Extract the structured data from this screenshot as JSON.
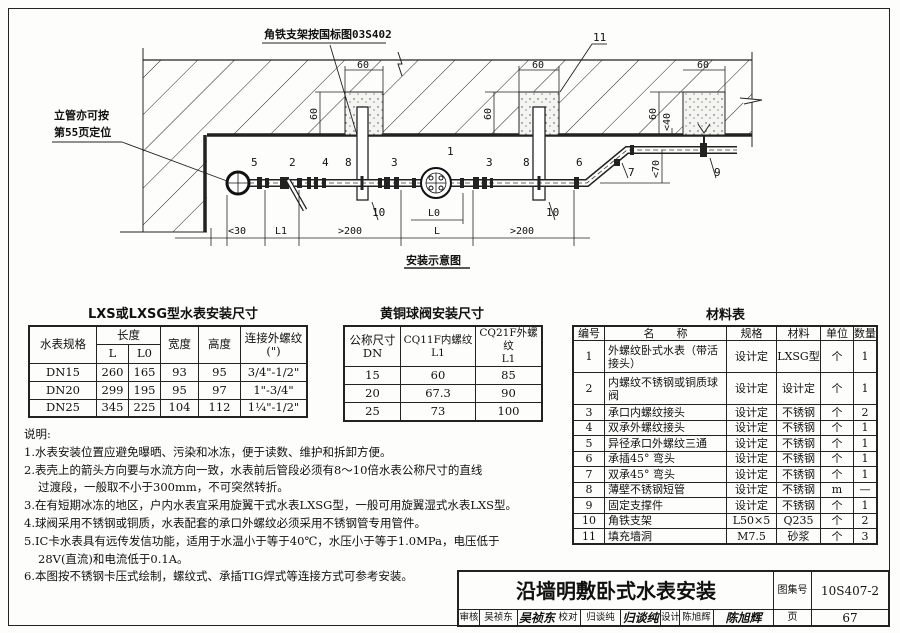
{
  "drawing": {
    "title": "安装示意图",
    "bracket_note": "角铁支架按国标图03S402",
    "riser_note": [
      "立管亦可按",
      "第55页定位"
    ],
    "part_numbers": [
      "5",
      "2",
      "4",
      "8",
      "3",
      "1",
      "3",
      "8",
      "6",
      "7",
      "9",
      "10",
      "10",
      "11"
    ],
    "dimensions": {
      "pocket_width": "60",
      "pocket_depth": "60",
      "max_40": "<40",
      "max_70": "<70",
      "d_lt30": "<30",
      "d_L1": "L1",
      "d_gt200": ">200",
      "d_L": "L",
      "d_L0": "L0"
    }
  },
  "meter_table": {
    "title": "LXS或LXSG型水表安装尺寸",
    "headers": {
      "spec": "水表规格",
      "length": "长度",
      "L": "L",
      "L0": "L0",
      "width": "宽度",
      "height": "高度",
      "thread": "连接外螺纹",
      "thread_unit": "(\")"
    },
    "rows": [
      [
        "DN15",
        "260",
        "165",
        "93",
        "95",
        "3/4\"-1/2\""
      ],
      [
        "DN20",
        "299",
        "195",
        "95",
        "97",
        "1\"-3/4\""
      ],
      [
        "DN25",
        "345",
        "225",
        "104",
        "112",
        "1¼\"-1/2\""
      ]
    ]
  },
  "valve_table": {
    "title": "黄铜球阀安装尺寸",
    "headers": [
      [
        "公称尺寸",
        "DN"
      ],
      [
        "CQ11F内螺纹",
        "L1"
      ],
      [
        "CQ21F外螺纹",
        "L1"
      ]
    ],
    "rows": [
      [
        "15",
        "60",
        "85"
      ],
      [
        "20",
        "67.3",
        "90"
      ],
      [
        "25",
        "73",
        "100"
      ]
    ]
  },
  "material_table": {
    "title": "材料表",
    "headers": [
      "编号",
      "名　　称",
      "规格",
      "材料",
      "单位",
      "数量"
    ],
    "rows": [
      [
        "1",
        "外螺纹卧式水表（带活接头）",
        "设计定",
        "LXSG型",
        "个",
        "1"
      ],
      [
        "2",
        "内螺纹不锈钢或铜质球阀",
        "设计定",
        "设计定",
        "个",
        "1"
      ],
      [
        "3",
        "承口内螺纹接头",
        "设计定",
        "不锈钢",
        "个",
        "2"
      ],
      [
        "4",
        "双承外螺纹接头",
        "设计定",
        "不锈钢",
        "个",
        "1"
      ],
      [
        "5",
        "异径承口外螺纹三通",
        "设计定",
        "不锈钢",
        "个",
        "1"
      ],
      [
        "6",
        "承插45° 弯头",
        "设计定",
        "不锈钢",
        "个",
        "1"
      ],
      [
        "7",
        "双承45° 弯头",
        "设计定",
        "不锈钢",
        "个",
        "1"
      ],
      [
        "8",
        "薄壁不锈钢短管",
        "设计定",
        "不锈钢",
        "m",
        "—"
      ],
      [
        "9",
        "固定支撑件",
        "设计定",
        "不锈钢",
        "个",
        "1"
      ],
      [
        "10",
        "角铁支架",
        "L50×5",
        "Q235",
        "个",
        "2"
      ],
      [
        "11",
        "填充墙洞",
        "M7.5",
        "砂浆",
        "个",
        "3"
      ]
    ]
  },
  "notes": {
    "heading": "说明:",
    "lines": [
      "1.水表安装位置应避免曝晒、污染和冰冻，便于读数、维护和拆卸方便。",
      "2.表壳上的箭头方向要与水流方向一致，水表前后管段必须有8～10倍水表公称尺寸的直线",
      "过渡段，一般取不小于300mm，不可突然转折。",
      "3.在有短期冰冻的地区，户内水表宜采用旋翼干式水表LXSG型，一般可用旋翼湿式水表LXS型。",
      "4.球阀采用不锈钢或铜质，水表配套的承口外螺纹必须采用不锈钢管专用管件。",
      "5.IC卡水表具有远传发信功能，适用于水温小于等于40℃，水压小于等于1.0MPa，电压低于",
      "28V(直流)和电流低于0.1A。",
      "6.本图按不锈钢卡压式绘制，螺纹式、承插TIG焊式等连接方式可参考安装。"
    ]
  },
  "title_block": {
    "title": "沿墙明敷卧式水表安装",
    "atlas_label": "图集号",
    "atlas_no": "10S407-2",
    "page_label": "页",
    "page_no": "67",
    "reviewer_label": "审核",
    "reviewer": "吴祯东",
    "reviewer_sig": "吴祯东",
    "checker_label": "校对",
    "checker": "归谈纯",
    "checker_sig": "归谈纯",
    "designer_label": "设计",
    "designer": "陈旭辉",
    "designer_sig": "陈旭辉"
  }
}
